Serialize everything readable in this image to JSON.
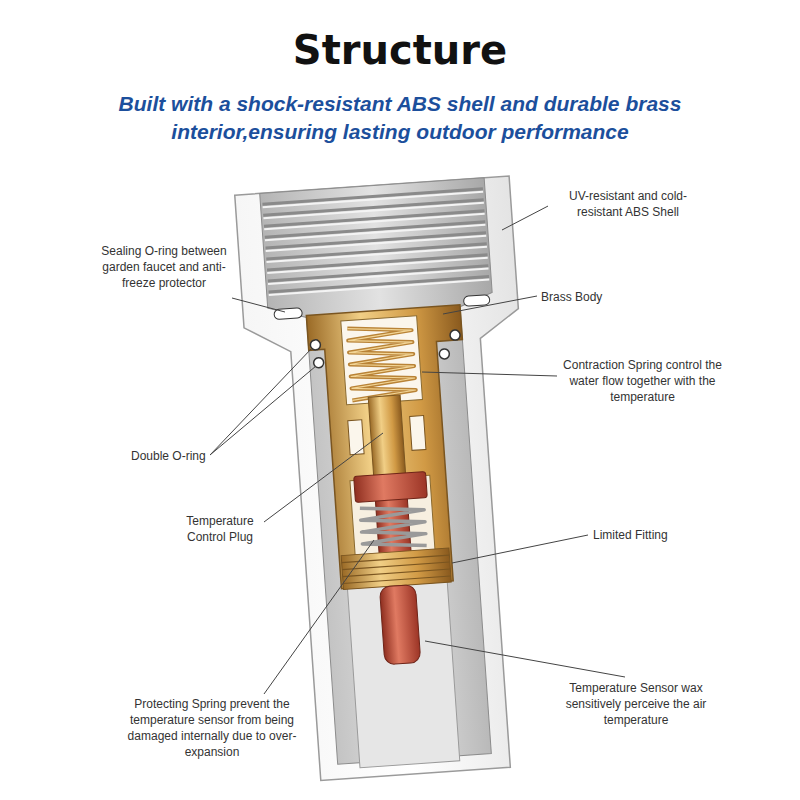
{
  "diagram": {
    "title": "Structure",
    "caption": "Built with a shock-resistant ABS shell and durable brass interior,ensuring lasting outdoor performance",
    "labels": [
      "UV-resistant and cold-resistant ABS Shell",
      "Sealing O-ring between garden faucet and anti-freeze protector",
      "Brass Body",
      "Contraction Spring control the water flow together with the temperature",
      "Double O-ring",
      "Temperature Control Plug",
      "Limited Fitting",
      "Protecting Spring prevent the temperature sensor from being damaged internally due to over-expansion",
      "Temperature Sensor wax sensitively perceive the air temperature"
    ]
  }
}
